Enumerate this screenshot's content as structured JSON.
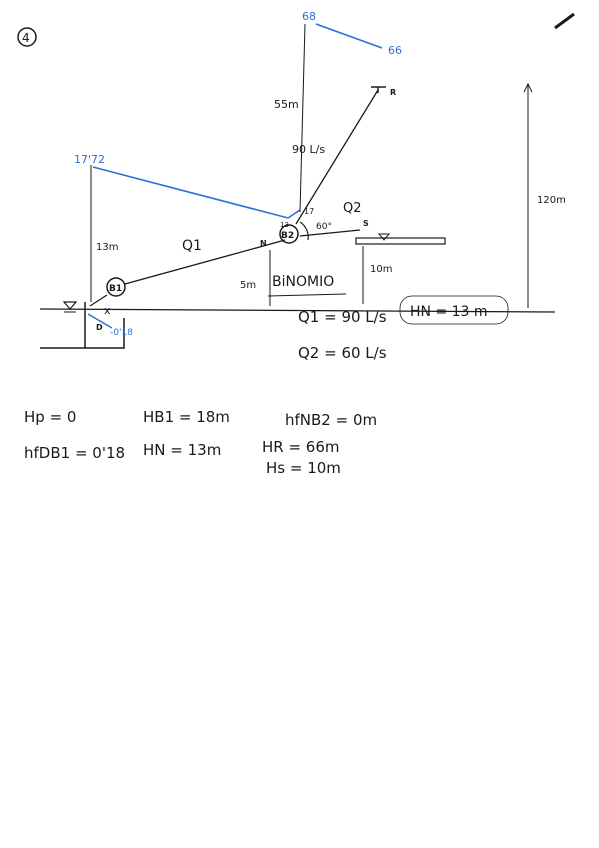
{
  "page": {
    "number_label": "4"
  },
  "diagram": {
    "energy_line_top": {
      "left_value": "68",
      "right_value": "66"
    },
    "energy_line_left": {
      "value": "17'72"
    },
    "labels": {
      "reservoir_r": "R",
      "node_n": "N",
      "pump_b1": "B1",
      "pump_b2": "B2",
      "point_d": "D",
      "outlet_s": "S",
      "flow_q1": "Q1",
      "flow_q2": "Q2",
      "angle": "60°",
      "pump_b2_small": "17",
      "pump_b2_small2": "13",
      "dim_55m": "55m",
      "dim_13m": "13m",
      "dim_5m": "5m",
      "dim_10m": "10m",
      "dim_120m": "120m",
      "flow_90": "90 L/s",
      "head_loss_d": "-0'18",
      "binomio": "BiNOMIO"
    },
    "equations_center": {
      "q1": "Q1 = 90 L/s",
      "q2": "Q2 = 60 L/s",
      "hn": "HN = 13 m"
    }
  },
  "notes": {
    "row1": [
      "Hp = 0",
      "HB1 = 18m",
      "hfNB2 = 0m"
    ],
    "row2": [
      "hfDB1 = 0'18",
      "HN = 13m",
      "HR = 66m"
    ],
    "row3": "Hs = 10m"
  },
  "colors": {
    "ink": "#1a1a1a",
    "energy_line": "#2b6fd6"
  }
}
